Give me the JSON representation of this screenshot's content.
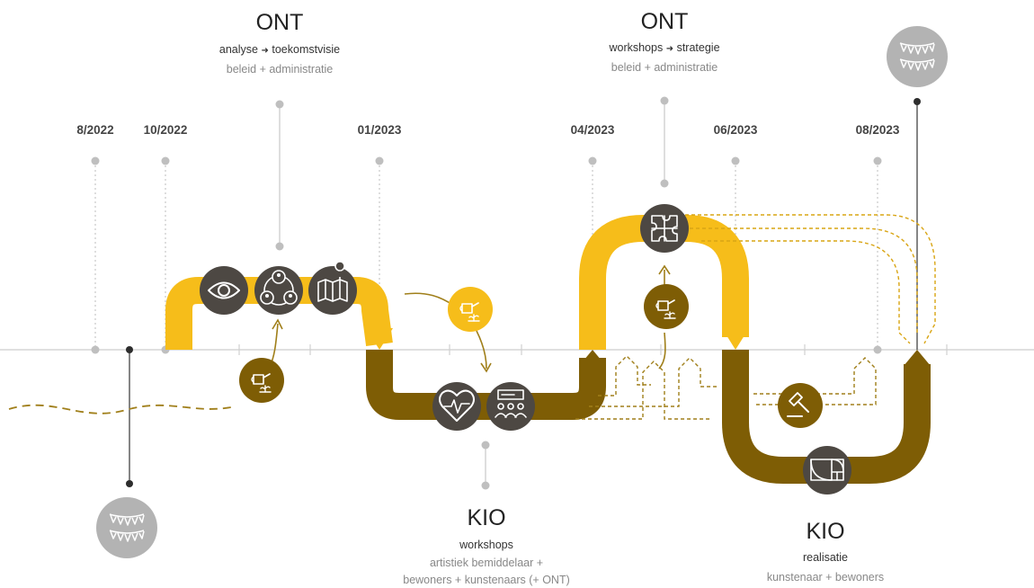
{
  "dates": [
    "8/2022",
    "10/2022",
    "01/2023",
    "04/2023",
    "06/2023",
    "08/2023"
  ],
  "ont_1": {
    "title": "ONT",
    "line1_a": "analyse",
    "line1_b": "toekomstvisie",
    "line2": "beleid + administratie"
  },
  "ont_2": {
    "title": "ONT",
    "line1_a": "workshops",
    "line1_b": "strategie",
    "line2": "beleid + administratie"
  },
  "kio_1": {
    "title": "KIO",
    "line1": "workshops",
    "line2": "artistiek bemiddelaar +",
    "line3": "bewoners + kunstenaars (+ ONT)"
  },
  "kio_2": {
    "title": "KIO",
    "line1": "realisatie",
    "line2": "kunstenaar + bewoners"
  },
  "arrow_glyph": "➜",
  "colors": {
    "ont_track": "#f6bd1a",
    "kio_track": "#7e5d05",
    "icon_circle": "#4d4843",
    "small_circle_ont": "#f6bd1a",
    "small_circle_kio": "#7e5d05",
    "milestone_circle": "#b3b3b3",
    "axis": "#d6d6d6",
    "pin": "#bfbfbf",
    "pin_dark": "#2d2d2d"
  },
  "icons": [
    "eye-icon",
    "network-people-icon",
    "map-pin-icon",
    "heart-pulse-icon",
    "presentation-group-icon",
    "puzzle-icon",
    "golden-ratio-icon",
    "watering-can-plant-icon",
    "gavel-icon",
    "bunting-flags-icon"
  ]
}
